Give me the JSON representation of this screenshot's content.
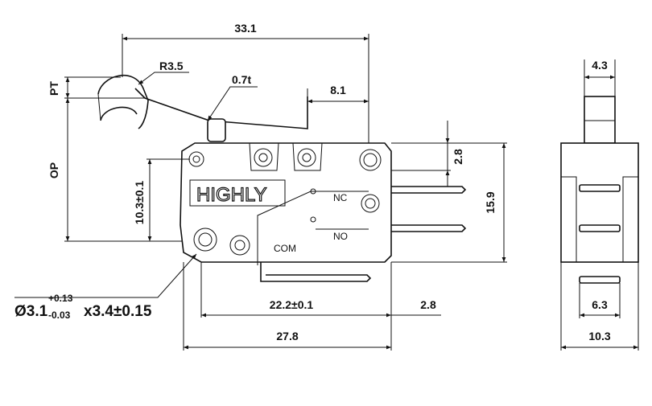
{
  "front_view": {
    "overall_length": "33.1",
    "lever_radius": "R3.5",
    "lever_thickness": "0.7t",
    "actuator_offset": "8.1",
    "pt_label": "PT",
    "op_label": "OP",
    "terminal_offset": "2.8",
    "body_height": "15.9",
    "hole_height": "10.3±0.1",
    "hole_spacing": "22.2±0.1",
    "terminal_pitch": "2.8",
    "body_length": "27.8",
    "brand_text": "HIGHLY",
    "nc_label": "NC",
    "no_label": "NO",
    "com_label": "COM",
    "hole_spec": {
      "main": "Ø3.1",
      "upper_tol": "+0.13",
      "lower_tol": "-0.03",
      "rest": "x3.4±0.15"
    }
  },
  "side_view": {
    "plunger_width": "4.3",
    "terminal_width": "6.3",
    "body_width": "10.3"
  }
}
